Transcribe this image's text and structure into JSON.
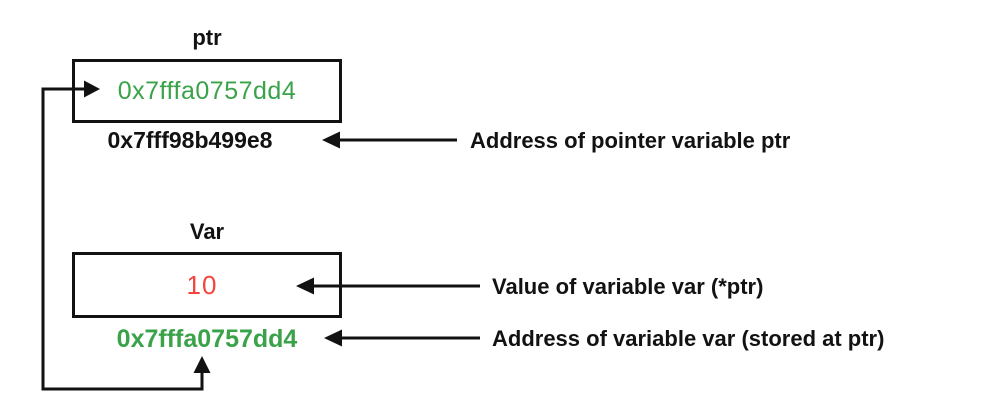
{
  "diagram": {
    "ptr_section": {
      "title": "ptr",
      "value": "0x7fffa0757dd4",
      "address": "0x7fff98b499e8",
      "address_label": "Address of pointer variable ptr"
    },
    "var_section": {
      "title": "Var",
      "value": "10",
      "value_label": "Value of variable var (*ptr)",
      "address": "0x7fffa0757dd4",
      "address_label": "Address of variable var (stored at ptr)"
    },
    "colors": {
      "address_green": "#3aa34a",
      "value_red": "#f4443e",
      "line_black": "#121212",
      "background": "#ffffff"
    }
  }
}
